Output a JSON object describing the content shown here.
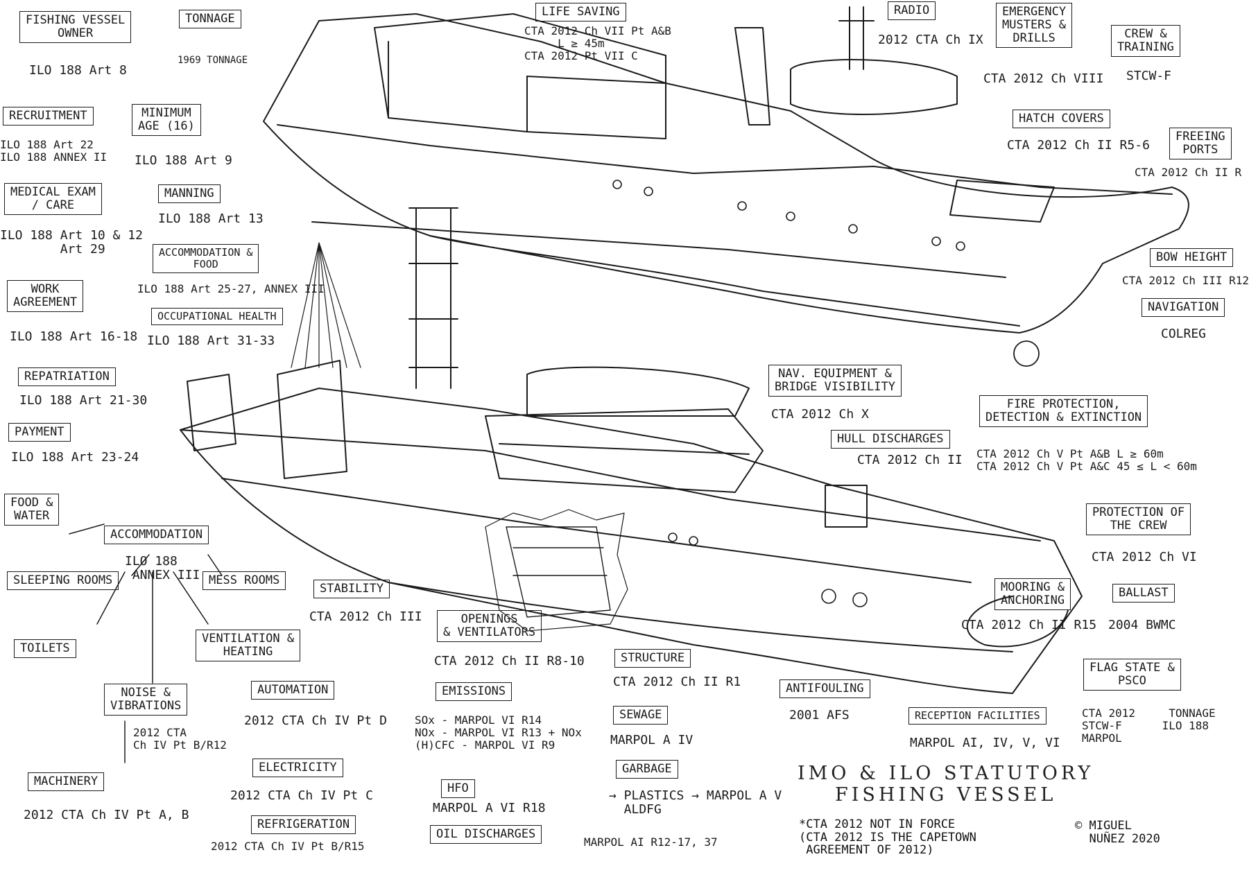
{
  "title": {
    "line1": "IMO & ILO STATUTORY",
    "line2": "FISHING VESSEL"
  },
  "note": "*CTA 2012 NOT IN FORCE\n(CTA 2012 IS THE CAPETOWN\n AGREEMENT OF 2012)",
  "copyright": "© MIGUEL\n  NUÑEZ 2020",
  "boxes": {
    "owner": "FISHING VESSEL\nOWNER",
    "tonnage": "TONNAGE",
    "recruitment": "RECRUITMENT",
    "min_age": "MINIMUM\nAGE (16)",
    "medical": "MEDICAL EXAM\n/ CARE",
    "manning": "MANNING",
    "accommodation_food": "ACCOMMODATION &\nFOOD",
    "work_agreement": "WORK\nAGREEMENT",
    "occupational": "OCCUPATIONAL HEALTH",
    "repatriation": "REPATRIATION",
    "payment": "PAYMENT",
    "food_water": "FOOD &\nWATER",
    "accommodation": "ACCOMMODATION",
    "sleeping": "SLEEPING ROOMS",
    "mess": "MESS ROOMS",
    "toilets": "TOILETS",
    "ventilation": "VENTILATION &\nHEATING",
    "noise": "NOISE &\nVIBRATIONS",
    "machinery": "MACHINERY",
    "automation": "AUTOMATION",
    "electricity": "ELECTRICITY",
    "refrigeration": "REFRIGERATION",
    "stability": "STABILITY",
    "openings": "OPENINGS\n& VENTILATORS",
    "emissions": "EMISSIONS",
    "hfo": "HFO",
    "oil_discharges": "OIL DISCHARGES",
    "structure": "STRUCTURE",
    "sewage": "SEWAGE",
    "garbage": "GARBAGE",
    "antifouling": "ANTIFOULING",
    "reception": "RECEPTION FACILITIES",
    "life_saving": "LIFE SAVING",
    "radio": "RADIO",
    "musters": "EMERGENCY\nMUSTERS &\nDRILLS",
    "crew_training": "CREW &\nTRAINING",
    "hatch": "HATCH COVERS",
    "freeing": "FREEING\nPORTS",
    "bow_height": "BOW HEIGHT",
    "navigation": "NAVIGATION",
    "nav_equipment": "NAV. EQUIPMENT &\nBRIDGE VISIBILITY",
    "fire": "FIRE PROTECTION,\nDETECTION & EXTINCTION",
    "hull_discharges": "HULL DISCHARGES",
    "protection": "PROTECTION OF\nTHE CREW",
    "mooring": "MOORING &\nANCHORING",
    "ballast": "BALLAST",
    "flag_state": "FLAG STATE &\nPSCO"
  },
  "refs": {
    "owner": "ILO 188 Art 8",
    "tonnage": "1969 TONNAGE",
    "recruitment": "ILO 188 Art 22\nILO 188 ANNEX II",
    "min_age": "ILO 188 Art 9",
    "medical": "ILO 188 Art 10 & 12\n        Art 29",
    "manning": "ILO 188 Art 13",
    "accommodation_food": "ILO 188 Art 25-27, ANNEX III",
    "work_agreement": "ILO 188 Art 16-18",
    "occupational": "ILO 188 Art 31-33",
    "repatriation": "ILO 188 Art 21-30",
    "payment": "ILO 188 Art 23-24",
    "accommodation": "ILO 188\n ANNEX III",
    "noise": "2012 CTA\nCh IV Pt B/R12",
    "machinery": "2012 CTA Ch IV Pt A, B",
    "automation": "2012 CTA Ch IV Pt D",
    "electricity": "2012 CTA Ch IV Pt C",
    "refrigeration": "2012 CTA Ch IV Pt B/R15",
    "stability": "CTA 2012 Ch III",
    "openings": "CTA 2012 Ch II R8-10",
    "emissions": "SOx - MARPOL VI R14\nNOx - MARPOL VI R13 + NOx\n(H)CFC - MARPOL VI R9",
    "hfo": "MARPOL A VI R18",
    "oil_discharges": "MARPOL AI R12-17, 37",
    "structure": "CTA 2012 Ch II R1",
    "sewage": "MARPOL A IV",
    "garbage": "→ PLASTICS → MARPOL A V\n  ALDFG",
    "antifouling": "2001 AFS",
    "reception": "MARPOL AI, IV, V, VI",
    "life_saving": "CTA 2012 Ch VII Pt A&B\n     L ≥ 45m\nCTA 2012 Pt VII C",
    "radio": "2012 CTA Ch IX",
    "musters": "CTA 2012 Ch VIII",
    "crew_training": "STCW-F",
    "hatch": "CTA 2012 Ch II R5-6",
    "freeing": "CTA 2012 Ch II R",
    "bow_height": "CTA 2012 Ch III R12",
    "navigation": "COLREG",
    "nav_equipment": "CTA 2012 Ch X",
    "fire": "CTA 2012 Ch V Pt A&B L ≥ 60m\nCTA 2012 Ch V Pt A&C 45 ≤ L < 60m",
    "hull_discharges": "CTA 2012 Ch II",
    "protection": "CTA 2012 Ch VI",
    "mooring": "CTA 2012 Ch II R15",
    "ballast": "2004 BWMC",
    "flag_state": "CTA 2012     TONNAGE\nSTCW-F      ILO 188\nMARPOL"
  }
}
